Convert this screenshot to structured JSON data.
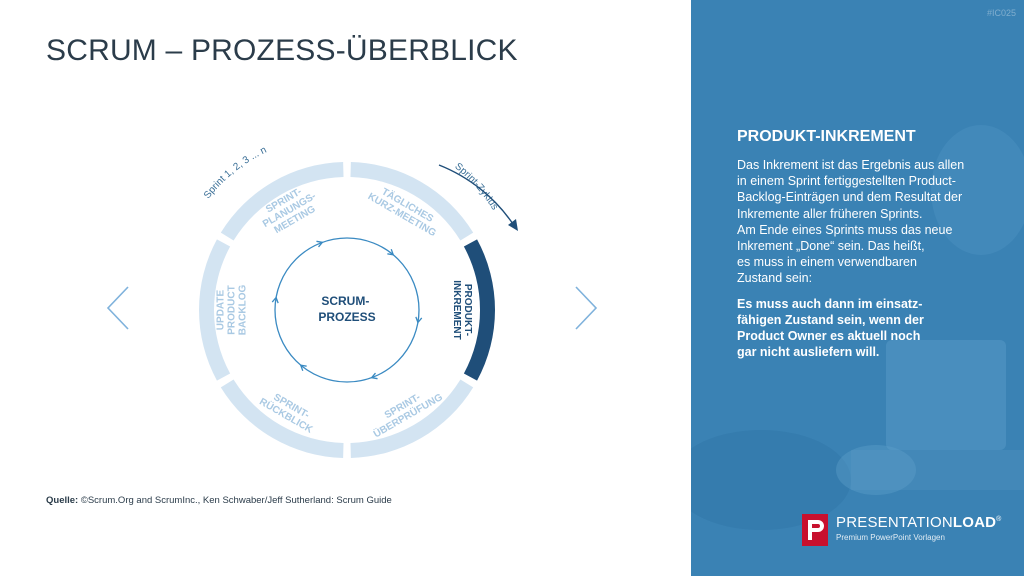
{
  "slide": {
    "title": "SCRUM – PROZESS-ÜBERBLICK",
    "code": "#IC025"
  },
  "diagram": {
    "center_label": [
      "SCRUM-",
      "PROZESS"
    ],
    "outer_labels": {
      "sprint_numbers": "Sprint 1, 2, 3 ... n",
      "sprint_cycle": "Sprint-Zyklus"
    },
    "segments": [
      {
        "id": "planning",
        "lines": [
          "SPRINT-",
          "PLANUNGS-",
          "MEETING"
        ],
        "active": false
      },
      {
        "id": "daily",
        "lines": [
          "TÄGLICHES",
          "KURZ-MEETING"
        ],
        "active": false
      },
      {
        "id": "increment",
        "lines": [
          "PRODUKT-",
          "INKREMENT"
        ],
        "active": true
      },
      {
        "id": "review",
        "lines": [
          "SPRINT-",
          "ÜBERPRÜFUNG"
        ],
        "active": false
      },
      {
        "id": "retro",
        "lines": [
          "SPRINT-",
          "RÜCKBLICK"
        ],
        "active": false
      },
      {
        "id": "backlog",
        "lines": [
          "UPDATE",
          "PRODUCT",
          "BACKLOG"
        ],
        "active": false
      }
    ],
    "colors": {
      "segment": "#d3e4f2",
      "segment_active": "#1f4e79",
      "segment_text": "#a9c9e3",
      "inner_circle": "#3a8ac2",
      "center_text": "#1f4e79"
    }
  },
  "source": {
    "label": "Quelle:",
    "text": " ©Scrum.Org and ScrumInc., Ken Schwaber/Jeff Sutherland: Scrum Guide"
  },
  "panel": {
    "heading": "PRODUKT-INKREMENT",
    "body_lines": [
      "Das Inkrement ist das Ergebnis aus allen",
      "in einem Sprint fertiggestellten Product-",
      "Backlog-Einträgen und dem Resultat der",
      "Inkremente aller früheren Sprints.",
      "Am Ende eines Sprints muss das neue",
      "Inkrement „Done“ sein. Das heißt,",
      "es muss in einem verwendbaren",
      "Zustand sein:"
    ],
    "bold_lines": [
      "Es muss auch dann im einsatz-",
      "fähigen Zustand sein, wenn der",
      "Product Owner es aktuell noch",
      "gar nicht ausliefern will."
    ],
    "bg_color": "#3a82b4"
  },
  "logo": {
    "word_light": "PRESENTATION",
    "word_bold": "LOAD",
    "registered": "®",
    "subtitle": "Premium PowerPoint Vorlagen",
    "mark_color": "#c8102e"
  },
  "nav": {
    "prev_icon": "chevron-left-icon",
    "next_icon": "chevron-right-icon"
  }
}
